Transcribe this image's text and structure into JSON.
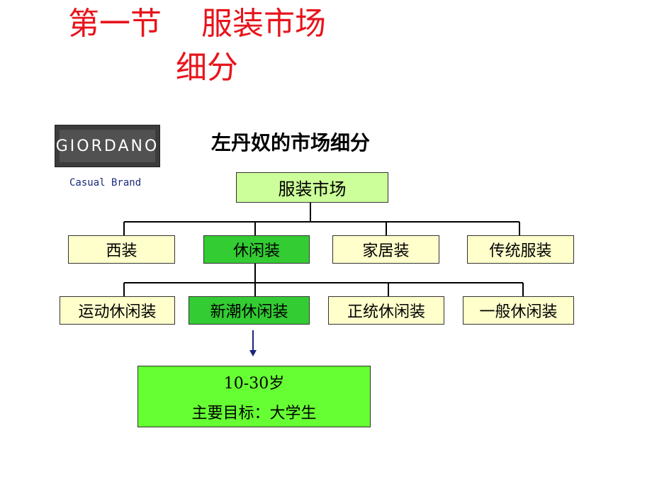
{
  "title": {
    "line1": "第一节    服装市场",
    "line2": "细分"
  },
  "brand": {
    "logo_text": "GIORDANO",
    "subtitle": "Casual Brand"
  },
  "diagram": {
    "title": "左丹奴的市场细分",
    "root": "服装市场",
    "level1": [
      "西装",
      "休闲装",
      "家居装",
      "传统服装"
    ],
    "level2": [
      "运动休闲装",
      "新潮休闲装",
      "正统休闲装",
      "一般休闲装"
    ],
    "detail": {
      "line1": "10-30岁",
      "line2": "主要目标：大学生"
    }
  },
  "colors": {
    "title": "#e8141c",
    "root_fill": "#ccff99",
    "node_fill": "#ffffcc",
    "selected_fill": "#33cc33",
    "detail_fill": "#66ff33",
    "arrow": "#1a237e"
  }
}
